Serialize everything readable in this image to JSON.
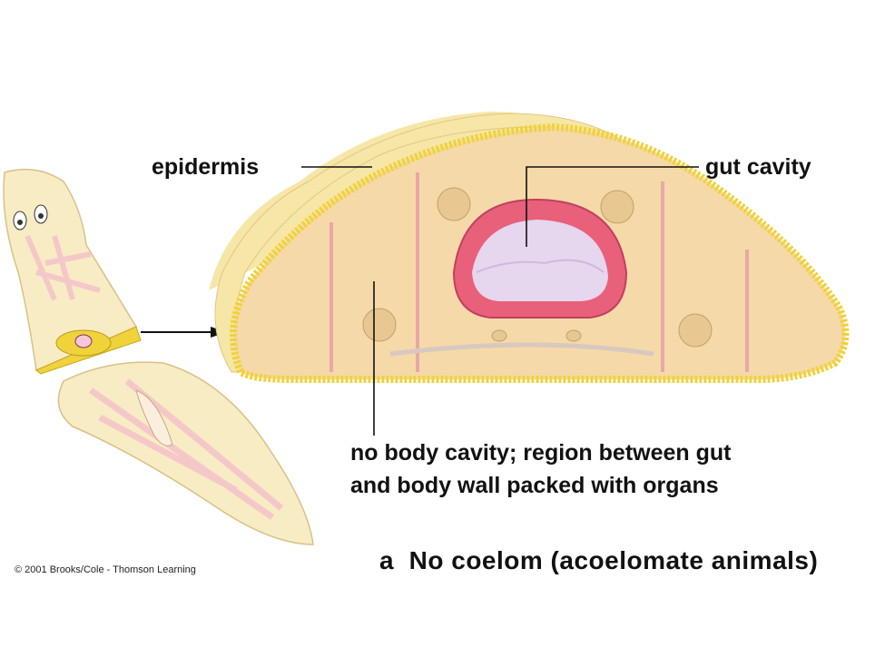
{
  "labels": {
    "epidermis": "epidermis",
    "gut_cavity": "gut cavity",
    "no_body_cavity_line1": "no body cavity; region between gut",
    "no_body_cavity_line2": "and body wall packed with organs"
  },
  "caption": {
    "letter": "a",
    "text": "No coelom (acoelomate animals)"
  },
  "copyright": "© 2001 Brooks/Cole - Thomson Learning",
  "colors": {
    "tissue": "#f5d9a8",
    "epidermis": "#f6e6a8",
    "edge_yellow": "#f0d23a",
    "gut": "#e8607a",
    "cavity": "#e6d6ee",
    "branch": "#f4c8c8"
  }
}
